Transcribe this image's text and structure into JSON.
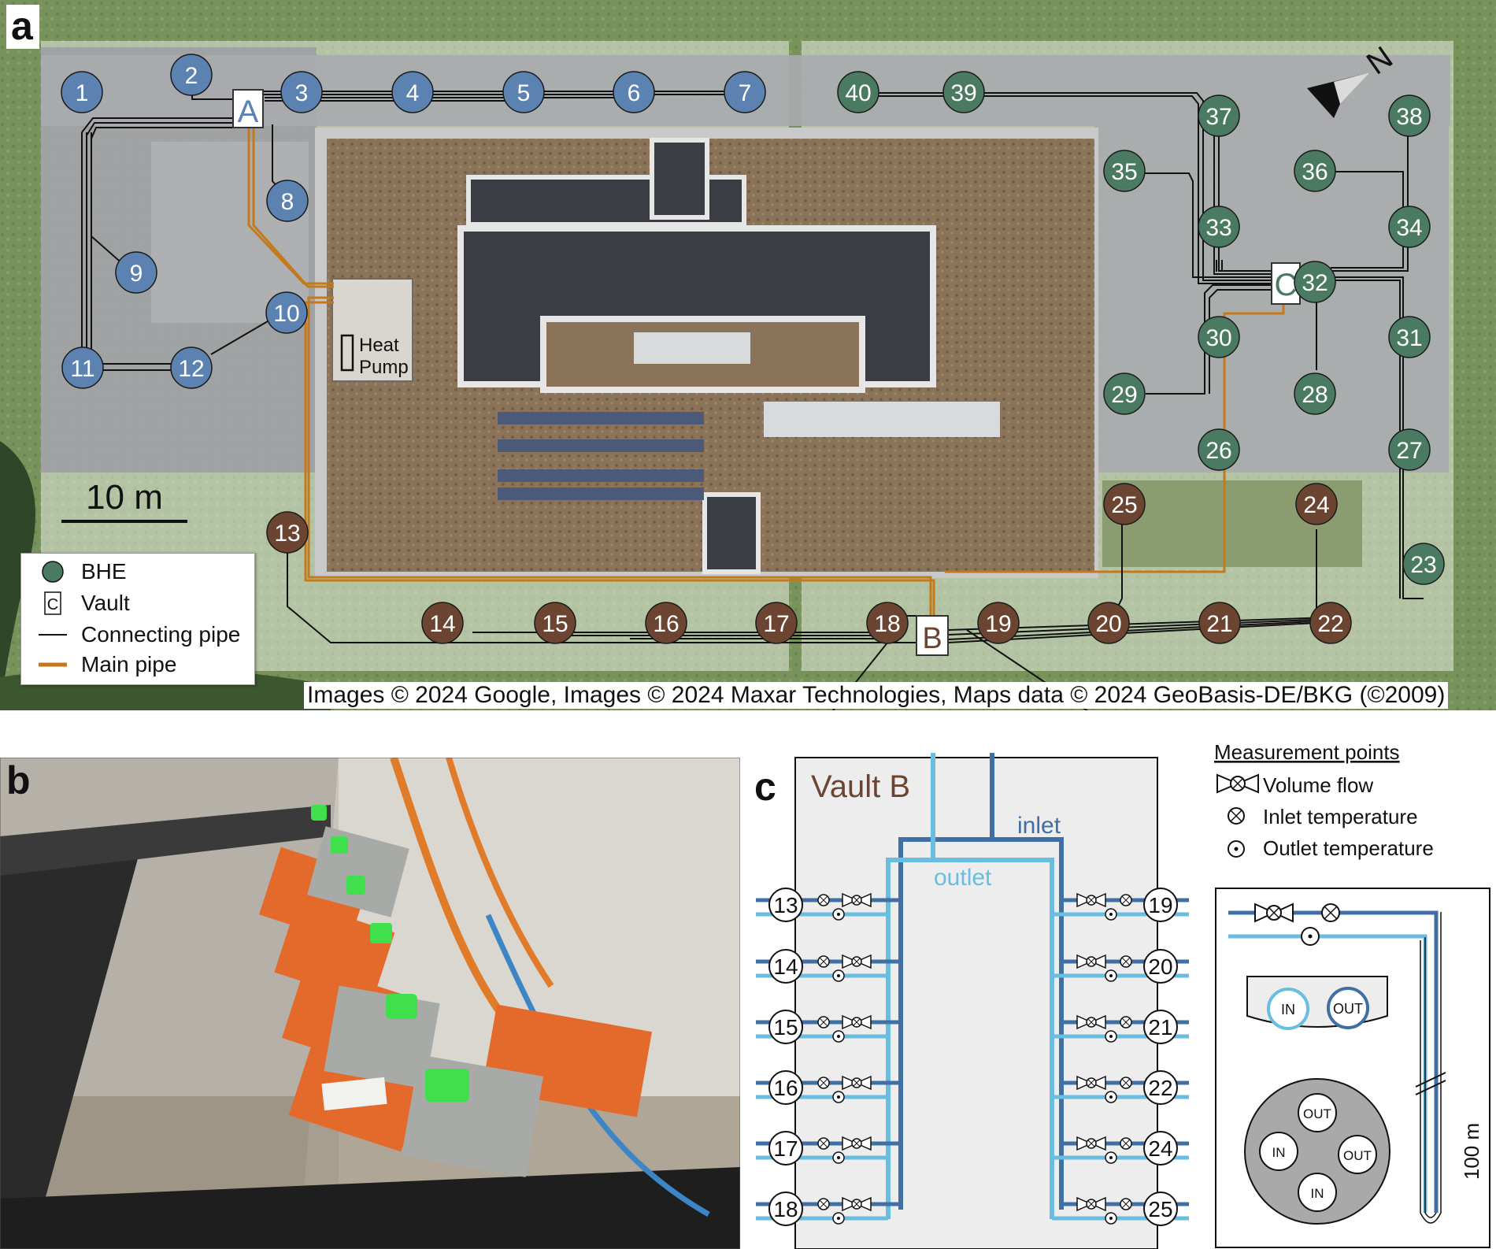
{
  "panels": {
    "a": "a",
    "b": "b",
    "c": "c"
  },
  "map": {
    "scale_label": "10 m",
    "heat_pump_line1": "Heat",
    "heat_pump_line2": "Pump",
    "vault_a": "A",
    "vault_b": "B",
    "vault_c": "C",
    "copyright": "Images © 2024 Google, Images © 2024 Maxar Technologies, Maps data © 2024 GeoBasis-DE/BKG (©2009)",
    "north": "N",
    "bhe_field_a": [
      "1",
      "2",
      "3",
      "4",
      "5",
      "6",
      "7",
      "8",
      "9",
      "10",
      "11",
      "12"
    ],
    "bhe_field_b": [
      "13",
      "14",
      "15",
      "16",
      "17",
      "18",
      "19",
      "20",
      "21",
      "22",
      "24",
      "25"
    ],
    "bhe_field_c": [
      "23",
      "26",
      "27",
      "28",
      "29",
      "30",
      "31",
      "32",
      "33",
      "34",
      "35",
      "36",
      "37",
      "38",
      "39",
      "40"
    ],
    "colors": {
      "field_a": "#5b82b0",
      "field_b": "#6b4532",
      "field_c": "#4b7a62",
      "main_pipe": "#c47a1c",
      "connecting_pipe": "#111111"
    }
  },
  "legend": {
    "bhe": "BHE",
    "vault_symbol": "C",
    "vault": "Vault",
    "connecting_pipe": "Connecting pipe",
    "main_pipe": "Main pipe"
  },
  "vault_schematic": {
    "title": "Vault B",
    "inlet": "inlet",
    "outlet": "outlet",
    "left_ports": [
      "13",
      "14",
      "15",
      "16",
      "17",
      "18"
    ],
    "right_ports": [
      "19",
      "20",
      "21",
      "22",
      "24",
      "25"
    ],
    "inlet_color": "#3f6fa3",
    "outlet_color": "#69bde0"
  },
  "measurement": {
    "title": "Measurement points",
    "volume_flow": "Volume flow",
    "inlet_temperature": "Inlet temperature",
    "outlet_temperature": "Outlet temperature"
  },
  "bhe_detail": {
    "in": "IN",
    "out": "OUT",
    "depth": "100 m"
  }
}
